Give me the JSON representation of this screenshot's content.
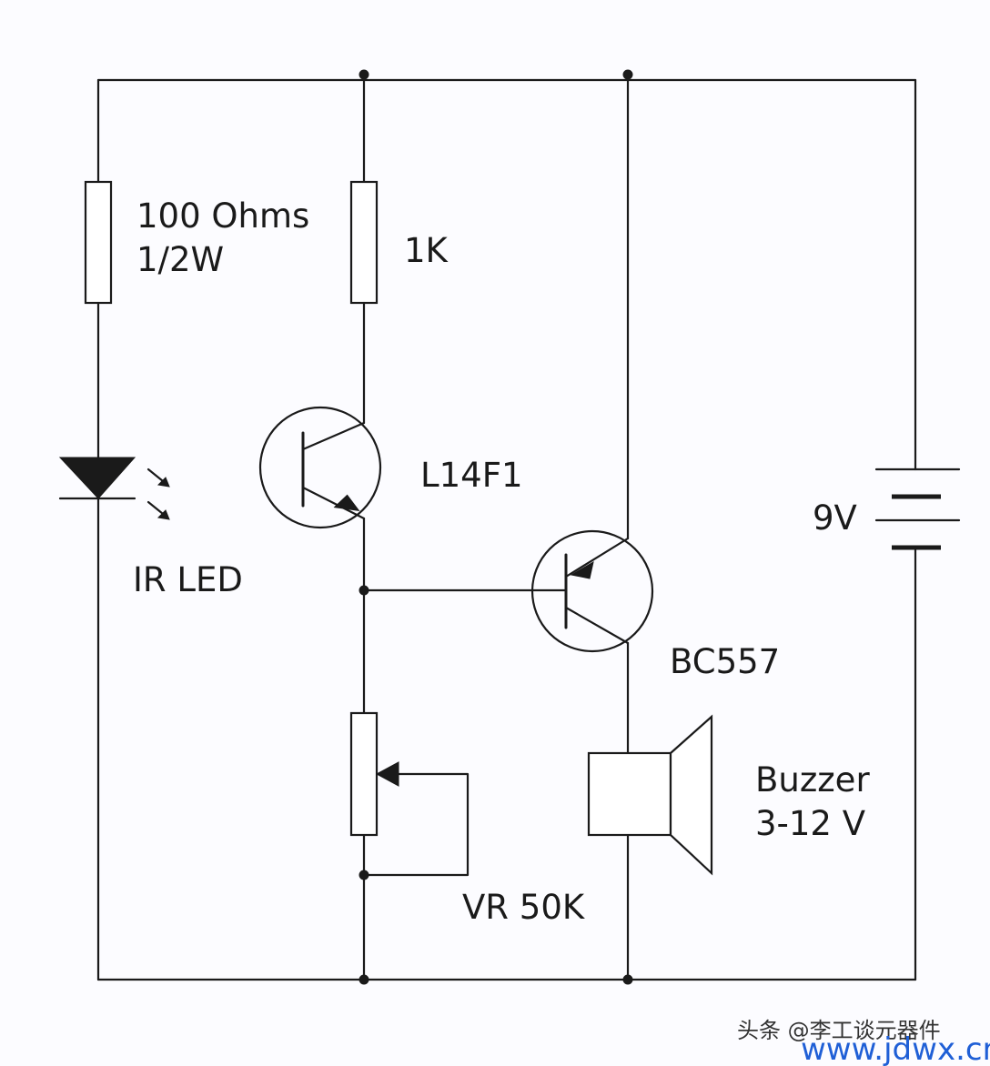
{
  "labels": {
    "r1_value": "100 Ohms",
    "r1_power": "1/2W",
    "r2_value": "1K",
    "phototransistor": "L14F1",
    "ir_led": "IR LED",
    "transistor": "BC557",
    "battery": "9V",
    "buzzer_name": "Buzzer",
    "buzzer_rating": "3-12 V",
    "pot": "VR 50K"
  },
  "watermark": {
    "text": "头条 @李工谈元器件",
    "url": "www.jdwx.cn"
  }
}
